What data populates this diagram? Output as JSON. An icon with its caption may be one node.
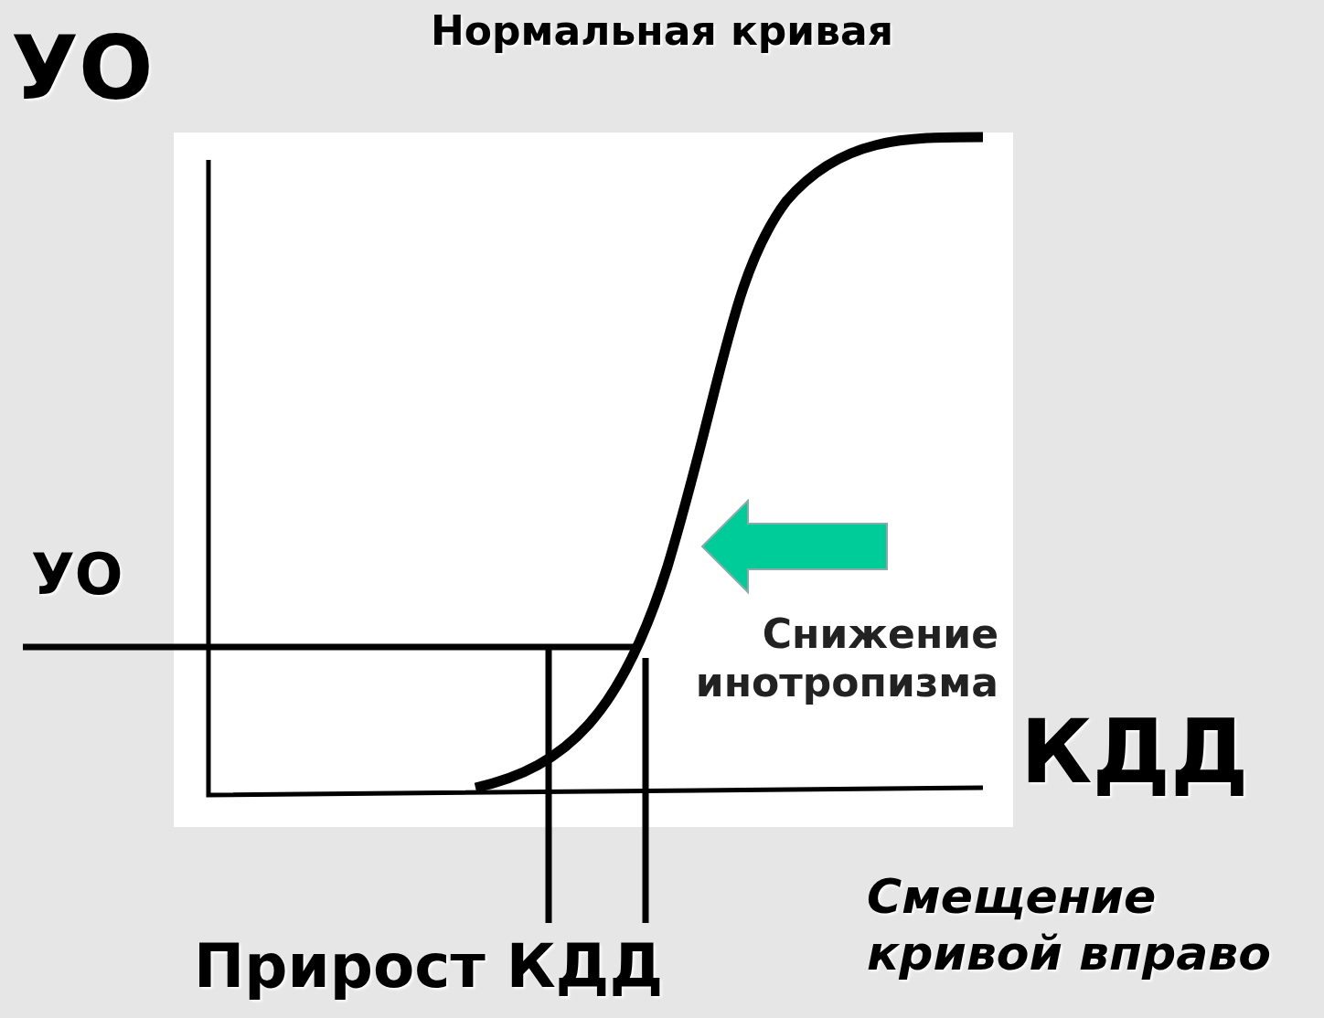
{
  "diagram": {
    "title": "Нормальная кривая",
    "labels": [
      "УО",
      "УО",
      "Снижение инотропизма",
      "КДД",
      "Смещение кривой вправо",
      "Прирост КДД"
    ]
  }
}
